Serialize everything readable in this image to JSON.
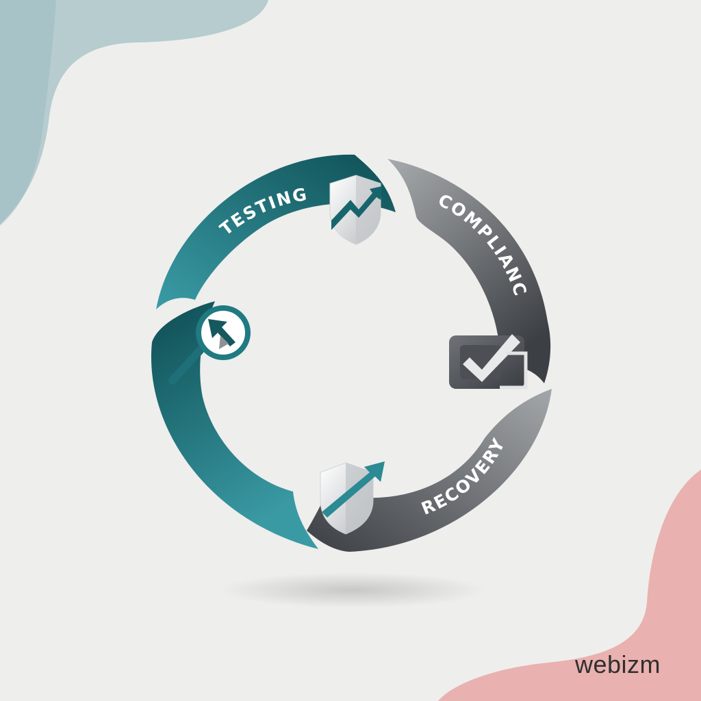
{
  "diagram": {
    "type": "cycle",
    "stages": [
      {
        "label": "TESTING",
        "color": "teal",
        "icon": "shield-growth-arrow-icon"
      },
      {
        "label": "COMPLIANCE",
        "color": "gray",
        "icon": "checkbox-check-icon"
      },
      {
        "label": "RECOVERY",
        "color": "gray",
        "icon": "shield-up-arrow-icon"
      },
      {
        "label": "",
        "color": "teal",
        "icon": "magnifier-cursor-icon"
      }
    ]
  },
  "colors": {
    "teal_light": "#3a9aa4",
    "teal_dark": "#0e4f55",
    "gray_light": "#9fa3a6",
    "gray_dark": "#3f4347",
    "background": "#eeeeed",
    "blob_top_left": "#a9c5c9",
    "blob_bottom_right": "#e8a3a1"
  },
  "brand": {
    "name": "webizm"
  }
}
